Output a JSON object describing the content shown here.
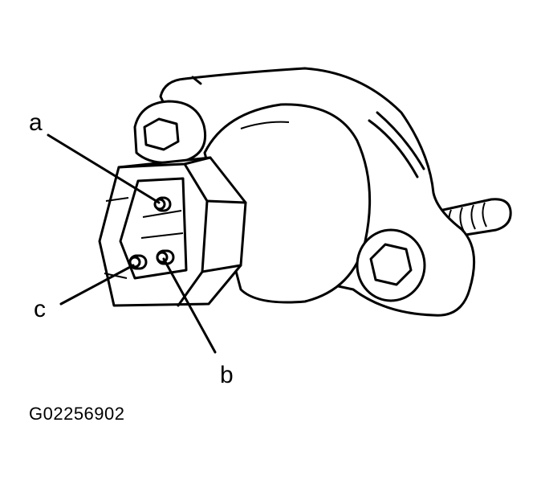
{
  "labels": {
    "a": "a",
    "b": "b",
    "c": "c"
  },
  "figure_id": "G02256902"
}
